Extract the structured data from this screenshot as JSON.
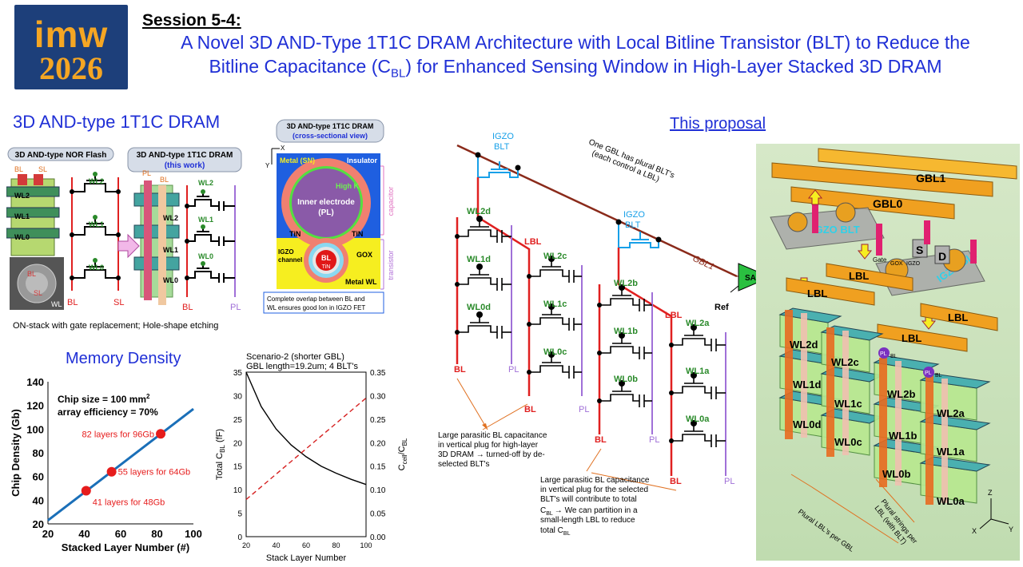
{
  "header": {
    "logo_line1": "imw",
    "logo_line2": "2026",
    "session": "Session 5-4:",
    "title_line1": "A Novel 3D AND-Type 1T1C DRAM Architecture with Local Bitline Transistor (BLT) to Reduce the",
    "title_line2_a": "Bitline Capacitance (C",
    "title_line2_sub": "BL",
    "title_line2_b": ") for Enhanced Sensing Window in High-Layer Stacked 3D DRAM"
  },
  "left": {
    "heading": "3D AND-type 1T1C DRAM",
    "nor_label": "3D AND-type NOR Flash",
    "dram_label_1": "3D AND-type 1T1C DRAM",
    "dram_label_2": "(this work)",
    "wl_labels": [
      "WL2",
      "WL1",
      "WL0"
    ],
    "bl": "BL",
    "sl": "SL",
    "pl": "PL",
    "wl": "WL",
    "caption": "ON-stack with gate replacement; Hole-shape etching"
  },
  "xsection": {
    "title_1": "3D AND-type 1T1C DRAM",
    "title_2": "(cross-sectional view)",
    "axis_x": "X",
    "axis_y": "Y",
    "metal_sn": "Metal (SN)",
    "insulator": "Insulator",
    "high_k": "High K",
    "inner_1": "Inner electrode",
    "inner_2": "(PL)",
    "tin_l": "TiN",
    "tin_r": "TiN",
    "igzo_1": "IGZO",
    "igzo_2": "channel",
    "bl": "BL",
    "tin_c": "TiN",
    "gox": "GOX",
    "metal_wl": "Metal WL",
    "capacitor": "capacitor",
    "transistor": "transistor",
    "note_1": "Complete overlap between BL and",
    "note_2": "WL ensures good Ion in IGZO FET"
  },
  "density": {
    "heading": "Memory Density",
    "chip_size": "Chip size = 100 mm",
    "chip_sup": "2",
    "array_eff": "array efficiency = 70%"
  },
  "proposal": {
    "heading": "This proposal",
    "igzo_blt": [
      "IGZO",
      "BLT"
    ],
    "gbl_note_1": "One GBL has plural BLT's",
    "gbl_note_2": "(each control a LBL)",
    "gbl1": "GBL1",
    "lbl": "LBL",
    "sa": "SA",
    "ref": "Ref",
    "wl_col_d": [
      "WL2d",
      "WL1d",
      "WL0d"
    ],
    "wl_col_c": [
      "WL2c",
      "WL1c",
      "WL0c"
    ],
    "wl_col_b": [
      "WL2b",
      "WL1b",
      "WL0b"
    ],
    "wl_col_a": [
      "WL2a",
      "WL1a",
      "WL0a"
    ],
    "bl": "BL",
    "pl": "PL",
    "note1": [
      "Large parasitic BL capacitance",
      "in vertical plug for high-layer",
      "3D DRAM → turned-off by de-",
      "selected BLT's"
    ],
    "note2": [
      "Large parasitic BL capacitance",
      "in vertical plug for the selected",
      "BLT's will contribute to total",
      "→ We can partition in a",
      "small-length LBL to reduce",
      "total C"
    ],
    "note2_cbl": "C",
    "note2_sub": "BL"
  },
  "render3d": {
    "gbl1": "GBL1",
    "gbl0": "GBL0",
    "igzo_blt": "IGZO BLT",
    "s": "S",
    "d": "D",
    "gate": "Gate",
    "gox": "GOX",
    "igzo": "IGZO",
    "lbl": "LBL",
    "pl": "PL",
    "bl": "BL",
    "wls": [
      "WL2d",
      "WL2c",
      "WL1d",
      "WL1c",
      "WL0d",
      "WL0c",
      "WL2b",
      "WL1b",
      "WL0b",
      "WL2a",
      "WL1a",
      "WL0a"
    ],
    "axis_z": "Z",
    "axis_x": "X",
    "axis_y": "Y",
    "plural_lbl": "Plural  LBL's per GBL",
    "plural_str_1": "Plural strings per",
    "plural_str_2": "LBL (with BLT)"
  },
  "chart_data": [
    {
      "type": "scatter",
      "title": "",
      "xlabel": "Stacked Layer Number (#)",
      "ylabel": "Chip Density (Gb)",
      "xlim": [
        20,
        100
      ],
      "ylim": [
        20,
        140
      ],
      "xticks": [
        20,
        40,
        60,
        80,
        100
      ],
      "yticks": [
        20,
        40,
        60,
        80,
        100,
        120,
        140
      ],
      "fit_line": {
        "x": [
          20,
          100
        ],
        "y": [
          23,
          117
        ]
      },
      "points": [
        {
          "x": 41,
          "y": 48,
          "label": "41 layers for 48Gb"
        },
        {
          "x": 55,
          "y": 64,
          "label": "55 layers for 64Gb"
        },
        {
          "x": 82,
          "y": 96,
          "label": "82 layers for 96Gb"
        }
      ]
    },
    {
      "type": "line",
      "title_1": "Scenario-2 (shorter GBL)",
      "title_2": "GBL length=19.2um; 4 BLT's",
      "xlabel": "Stack Layer Number",
      "ylabel_left": "Total C",
      "ylabel_left_sub": "BL",
      "ylabel_left_unit": " (fF)",
      "ylabel_right": "C",
      "ylabel_right_sub1": "cell",
      "ylabel_right_mid": "/C",
      "ylabel_right_sub2": "BL",
      "xlim": [
        20,
        100
      ],
      "ylim_left": [
        0,
        35
      ],
      "ylim_right": [
        0,
        0.35
      ],
      "xticks": [
        20,
        40,
        60,
        80,
        100
      ],
      "yticks_left": [
        0,
        5,
        10,
        15,
        20,
        25,
        30,
        35
      ],
      "yticks_right": [
        "0.00",
        "0.05",
        "0.10",
        "0.15",
        "0.20",
        "0.25",
        "0.30",
        "0.35"
      ],
      "series": [
        {
          "axis": "right",
          "style": "solid",
          "color": "#000000",
          "x": [
            20,
            30,
            40,
            50,
            60,
            70,
            80,
            90,
            100
          ],
          "y": [
            0.35,
            0.277,
            0.229,
            0.195,
            0.17,
            0.15,
            0.135,
            0.122,
            0.111
          ]
        },
        {
          "axis": "left",
          "style": "dashed",
          "color": "#d62020",
          "x": [
            20,
            100
          ],
          "y": [
            7.9,
            29.5
          ]
        }
      ]
    }
  ]
}
